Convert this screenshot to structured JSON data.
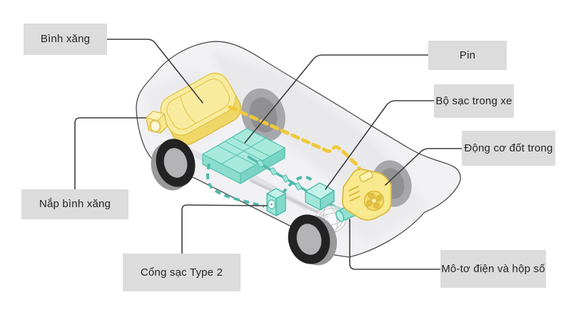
{
  "diagram": {
    "description": "Cutaway diagram of a plug-in hybrid car showing powertrain components",
    "labels": {
      "fuel_tank": "Bình xăng",
      "battery": "Pin",
      "onboard_charger": "Bộ sạc trong xe",
      "combustion_engine": "Động cơ đốt trong",
      "fuel_cap": "Nắp bình xăng",
      "charge_port": "Cổng sạc Type 2",
      "motor_gearbox": "Mô-tơ điện và hộp số"
    },
    "components": [
      "fuel-tank",
      "fuel-cap",
      "battery-pack",
      "onboard-charger",
      "charge-port",
      "electric-motor",
      "gearbox-sphere",
      "engine",
      "fuel-line-dashed",
      "charge-line-dashed",
      "power-cable",
      "front-left-wheel",
      "rear-left-wheel",
      "front-right-wheel",
      "rear-right-wheel"
    ],
    "colors": {
      "fuel_yellow": "#F8EB9E",
      "fuel_outline": "#E3C84F",
      "fuel_line_yellow": "#EFC83C",
      "ev_teal_light": "#A8E9DC",
      "ev_teal_dark": "#4FB8AB",
      "car_body": "#F1F1F3",
      "tire_black": "#232323",
      "wheel_gray": "#A7A7AA",
      "label_bg": "#DCDCDD",
      "label_text": "#242424",
      "leader_line": "#3D3E40"
    }
  }
}
